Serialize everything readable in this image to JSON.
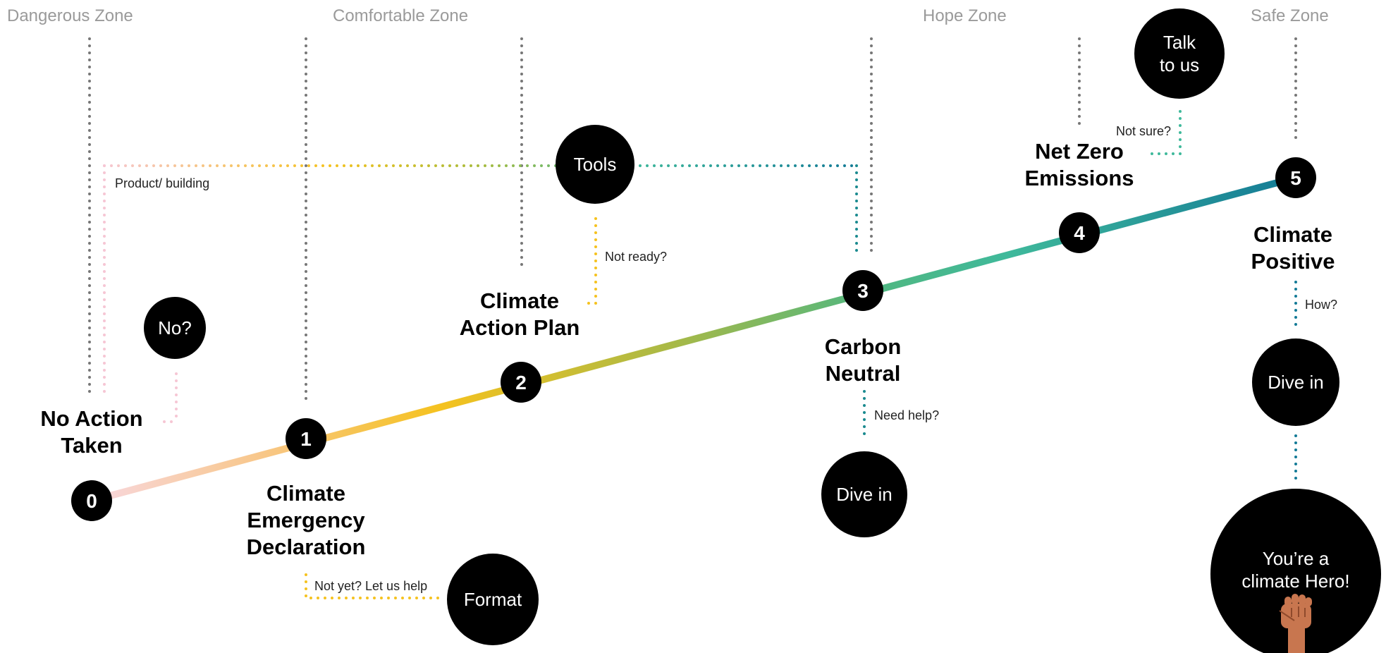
{
  "zones": {
    "dangerous": "Dangerous  Zone",
    "comfortable": "Comfortable Zone",
    "hope": "Hope Zone",
    "safe": "Safe Zone"
  },
  "steps": {
    "s0": {
      "number": "0",
      "line1": "No Action",
      "line2": "Taken"
    },
    "s1": {
      "number": "1",
      "line1": "Climate",
      "line2": "Emergency",
      "line3": "Declaration"
    },
    "s2": {
      "number": "2",
      "line1": "Climate",
      "line2": "Action Plan"
    },
    "s3": {
      "number": "3",
      "line1": "Carbon",
      "line2": "Neutral"
    },
    "s4": {
      "number": "4",
      "line1": "Net Zero",
      "line2": "Emissions"
    },
    "s5": {
      "number": "5",
      "line1": "Climate",
      "line2": "Positive"
    }
  },
  "bubbles": {
    "no": "No?",
    "tools": "Tools",
    "talk_line1": "Talk",
    "talk_line2": "to us",
    "format": "Format",
    "dive_in_3": "Dive in",
    "dive_in_5": "Dive in",
    "hero_line1": "You’re a",
    "hero_line2": "climate Hero!"
  },
  "notes": {
    "product_building": "Product/ building",
    "not_ready": "Not ready?",
    "not_sure": "Not sure?",
    "need_help": "Need help?",
    "how": "How?",
    "not_yet": "Not yet? Let us help"
  },
  "colors": {
    "start": "#f8d7df",
    "yellow": "#f5c21e",
    "green": "#3fb99b",
    "teal": "#137a96",
    "pink_dots": "#f6c6d4",
    "gray_dots": "#777777",
    "skin": "#c8764f"
  }
}
